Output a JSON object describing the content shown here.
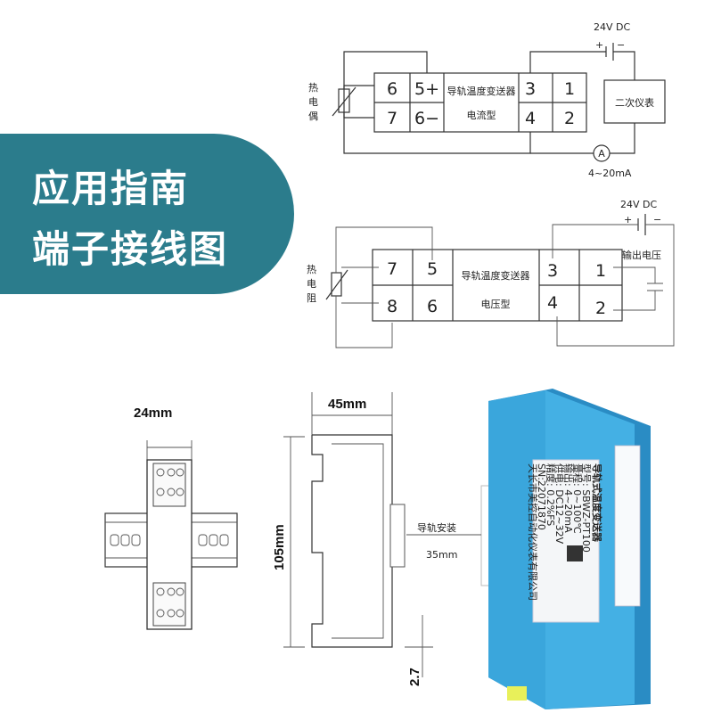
{
  "banner": {
    "line1": "应用指南",
    "line2": "端子接线图"
  },
  "current_diagram": {
    "sensor_label": "热\n电\n偶",
    "terminals_left": [
      "6",
      "5+",
      "7",
      "6−"
    ],
    "device_name": "导轨温度变送器",
    "device_type": "电流型",
    "terminals_right": [
      "3",
      "1",
      "4",
      "2"
    ],
    "power": "24V  DC",
    "instrument": "二次仪表",
    "ammeter": "A",
    "range": "4~20mA"
  },
  "voltage_diagram": {
    "sensor_label": "热\n电\n阻",
    "terminals_left": [
      "7",
      "5",
      "8",
      "6"
    ],
    "device_name": "导轨温度变送器",
    "device_type": "电压型",
    "terminals_right": [
      "3",
      "1",
      "4",
      "2"
    ],
    "power": "24V  DC",
    "output": "输出电压"
  },
  "dimensions": {
    "width": "24mm",
    "depth": "45mm",
    "height": "105mm",
    "rail_label": "导轨安装",
    "rail_width": "35mm",
    "offset": "2.7"
  },
  "product_label": {
    "title": "导轨式温度变送器",
    "lines": [
      "型号: SBWZ-PT100",
      "量程: 0~100℃",
      "输出: 4~20mA",
      "供电: DC12~32V",
      "精度: 0.2%FS"
    ],
    "serial": "SN:22071870",
    "maker": "天长市美控自动化仪表有限公司"
  },
  "colors": {
    "banner": "#2b7c8c",
    "product_body": "#3aa6dc",
    "product_dark": "#2a8cc4",
    "connector": "#e8f05a"
  }
}
